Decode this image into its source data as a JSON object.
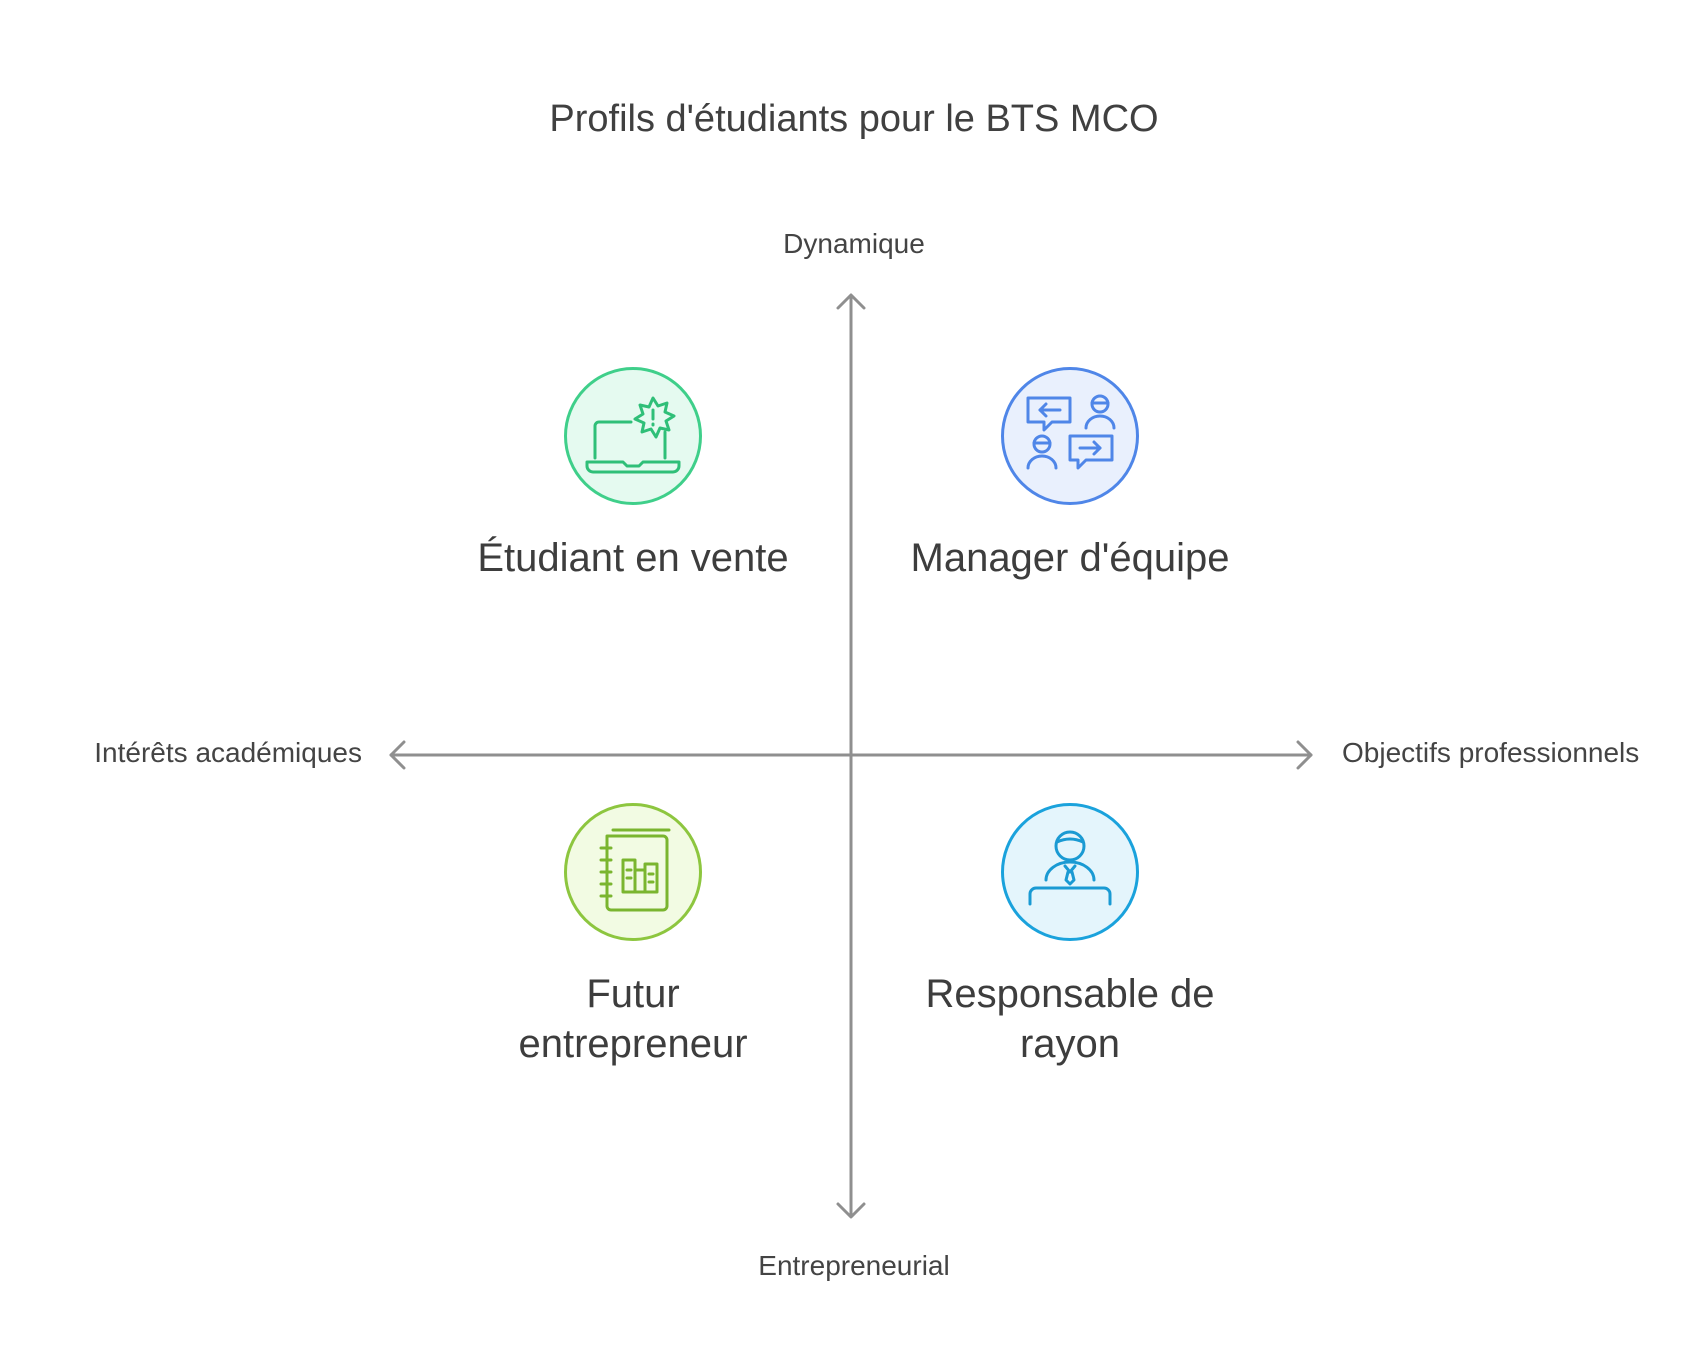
{
  "title": "Profils d'étudiants pour le BTS MCO",
  "axes": {
    "top": "Dynamique",
    "bottom": "Entrepreneurial",
    "left": "Intérêts académiques",
    "right": "Objectifs professionnels"
  },
  "quadrants": {
    "top_left": {
      "label": "Étudiant en vente",
      "icon": "laptop-alert-icon",
      "color": "#3fcf8a"
    },
    "top_right": {
      "label": "Manager d'équipe",
      "icon": "team-conversation-icon",
      "color": "#4f86e8"
    },
    "bottom_left": {
      "label": "Futur entrepreneur",
      "icon": "notebook-plan-icon",
      "color": "#8dc63f"
    },
    "bottom_right": {
      "label": "Responsable de rayon",
      "icon": "person-desk-icon",
      "color": "#1aa2dc"
    }
  }
}
